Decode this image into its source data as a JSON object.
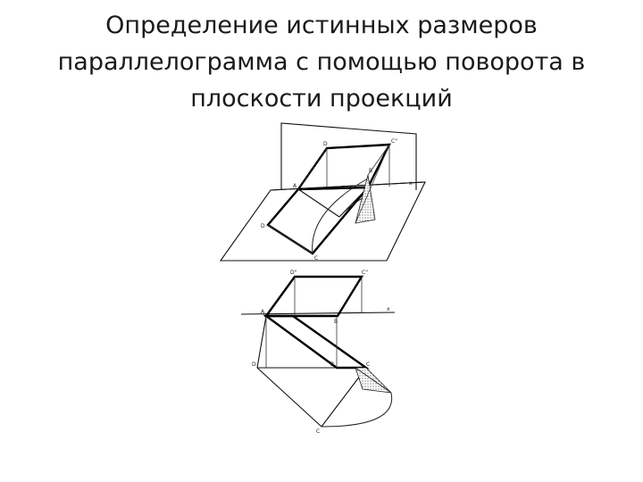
{
  "slide": {
    "title_lines": [
      "Определение истинных размеров",
      "параллелограмма с помощью поворота в",
      "плоскости проекций"
    ]
  }
}
